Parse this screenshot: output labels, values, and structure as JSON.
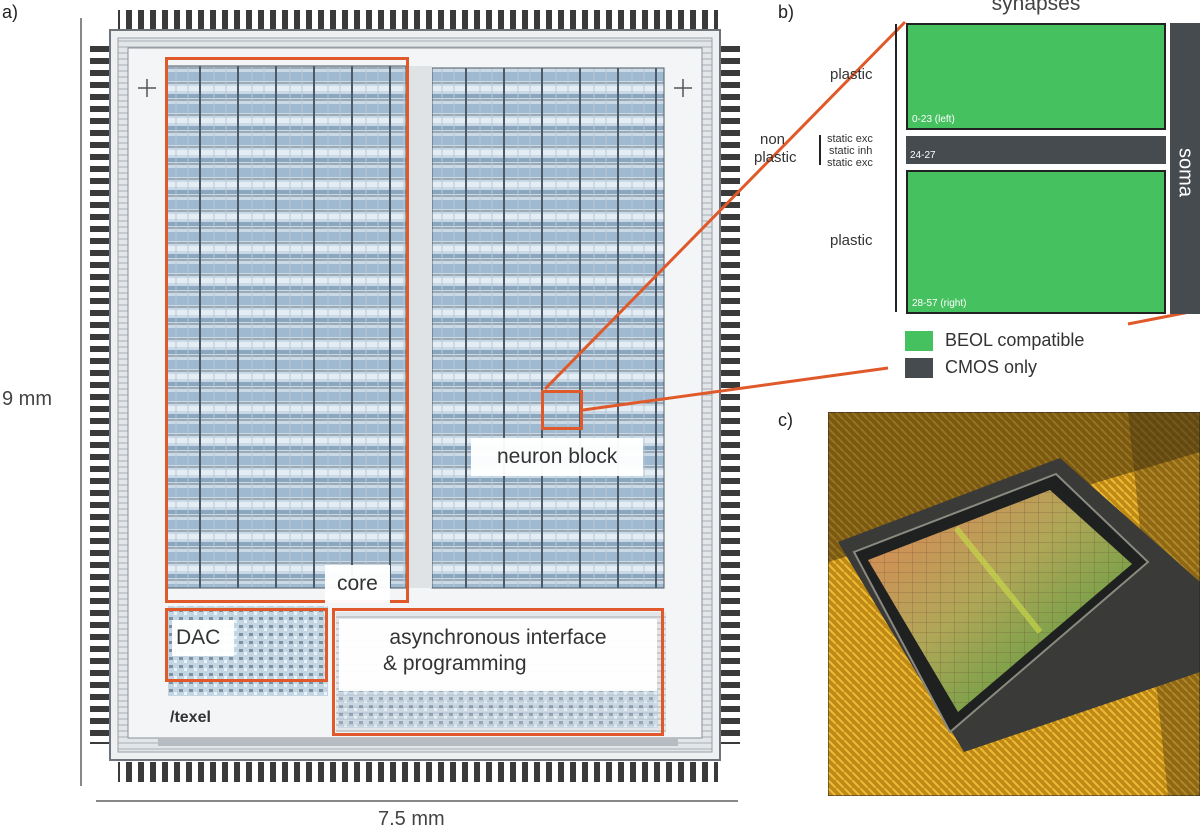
{
  "panels": {
    "a": "a)",
    "b": "b)",
    "c": "c)"
  },
  "die": {
    "height_label": "9 mm",
    "width_label": "7.5 mm",
    "regions": {
      "core": "core",
      "neuron_block": "neuron block",
      "dac": "DAC",
      "async_line1": "asynchronous interface",
      "async_line2": "& programming"
    },
    "logo_text": "/texel"
  },
  "neuron_block": {
    "synapses_title": "synapses",
    "soma_label": "soma",
    "plastic_top": "plastic",
    "plastic_bottom": "plastic",
    "non_plastic_line1": "non",
    "non_plastic_line2": "plastic",
    "static_rows": [
      "static exc",
      "static inh",
      "static exc"
    ],
    "block_top_range": "0-23 (left)",
    "block_mid_range": "24-27",
    "block_bottom_range": "28-57 (right)",
    "colors": {
      "beol": "#45c15f",
      "cmos": "#464b50",
      "highlight": "#e0592a"
    }
  },
  "legend": [
    {
      "label": "BEOL compatible",
      "color": "#45c15f"
    },
    {
      "label": "CMOS only",
      "color": "#464b50"
    }
  ]
}
